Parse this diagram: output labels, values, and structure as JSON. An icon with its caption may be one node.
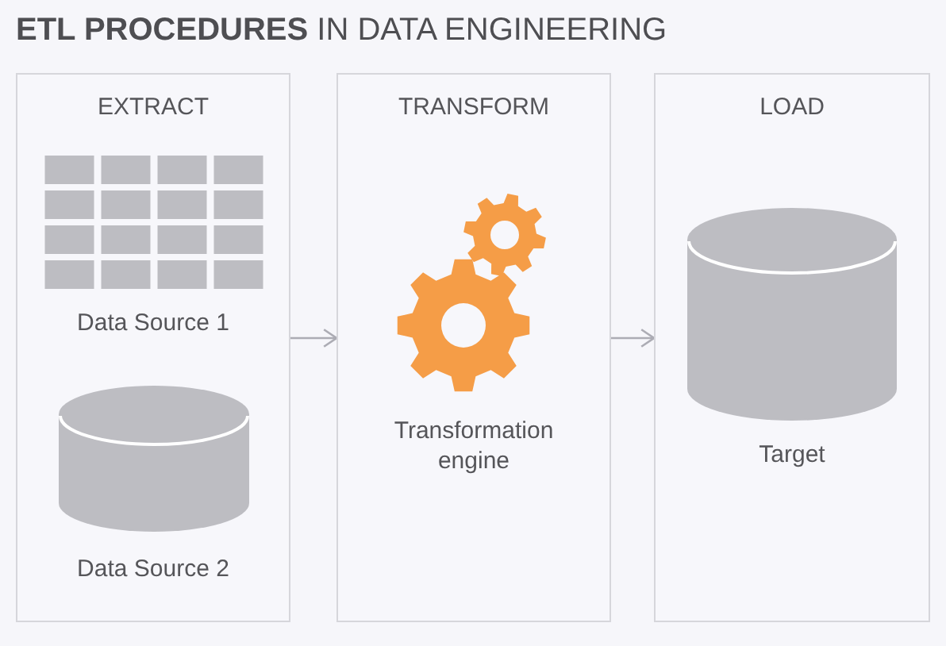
{
  "diagram": {
    "title": "**ETL PROCEDURES** IN DATA ENGINEERING",
    "nodes": [
      {
        "text": [
          "EXTRACT"
        ]
      },
      {
        "text": [
          "Data Source 1"
        ],
        "in": 0
      },
      {
        "text": [
          "Data Source 2"
        ],
        "in": 0
      },
      {
        "text": [
          "TRANSFORM"
        ]
      },
      {
        "text": [
          "Transformation engine"
        ],
        "in": 3
      },
      {
        "text": [
          "LOAD"
        ]
      },
      {
        "text": [
          "Target"
        ],
        "in": 5
      }
    ],
    "edges": [
      {
        "from": 0,
        "to": 3,
        "arrow": "to"
      },
      {
        "from": 3,
        "to": 5,
        "arrow": "to"
      }
    ]
  }
}
